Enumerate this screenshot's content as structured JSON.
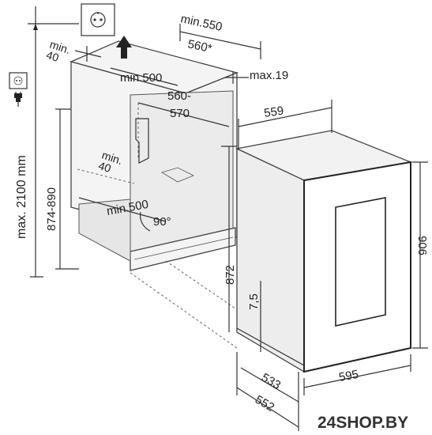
{
  "diagram": {
    "labels": {
      "max_height": "max. 2100 mm",
      "niche_height": "874-890",
      "top_depth_min": "min.550",
      "top_depth_star": "560*",
      "top_min40": "min.\n40",
      "top_min500": "min.500",
      "max19": "max.19",
      "niche_width": "560-\n570",
      "inner_min40": "min.\n40",
      "inner_min500": "min.500",
      "angle": "90°",
      "width_559": "559",
      "height_872": "872",
      "plinth_7_5": "7,5",
      "height_906": "906",
      "depth_533": "533",
      "depth_552": "552",
      "width_595": "595"
    },
    "icons": [
      "power-socket-icon",
      "power-plug-icon",
      "upward-arrow-icon"
    ]
  },
  "watermark": "24SHOP.BY"
}
